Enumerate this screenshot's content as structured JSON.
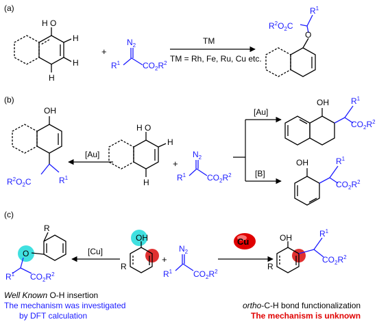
{
  "panels": {
    "a": {
      "label": "(a)",
      "oh": "O",
      "h_oh": "H",
      "h_ortho": "H",
      "h_para": "H",
      "plus": "+",
      "n2": "N",
      "n2_sub": "2",
      "r1": "R",
      "r1_sup": "1",
      "co2r2": "CO",
      "co2r2_sub": "2",
      "co2r2_r": "R",
      "co2r2_sup": "2",
      "arrow_top": "TM",
      "arrow_bottom": "TM = Rh, Fe, Ru, Cu etc.",
      "prod_r1": "R",
      "prod_r1_sup": "1",
      "prod_r2o2c": "R",
      "prod_r2o2c_sup": "2",
      "prod_o2c": "O",
      "prod_o2c_sub": "2",
      "prod_c": "C",
      "prod_o": "O"
    },
    "b": {
      "label": "(b)",
      "left_arrow": "[Au]",
      "right_top": "[Au]",
      "right_bottom": "[B]",
      "oh": "OH",
      "plus": "+"
    },
    "c": {
      "label": "(c)",
      "left_arrow": "[Cu]",
      "cu_badge": "Cu",
      "oh": "OH",
      "plus": "+",
      "r": "R",
      "well_known_1": "Well Known",
      "well_known_2": " O-H insertion",
      "mech_investigated": "The mechanism was investigated",
      "dft": "by DFT calculation",
      "ortho_1": "ortho",
      "ortho_2": "-C-H bond functionalization",
      "mech_unknown": "The mechanism is unknown"
    }
  },
  "colors": {
    "black": "#000000",
    "blue": "#1a1aff",
    "red": "#e00000",
    "cyan": "#40e0e0"
  },
  "icons": [
    "naphthol-structure",
    "diazo-ester-structure",
    "phenol-structure",
    "copper-badge"
  ]
}
